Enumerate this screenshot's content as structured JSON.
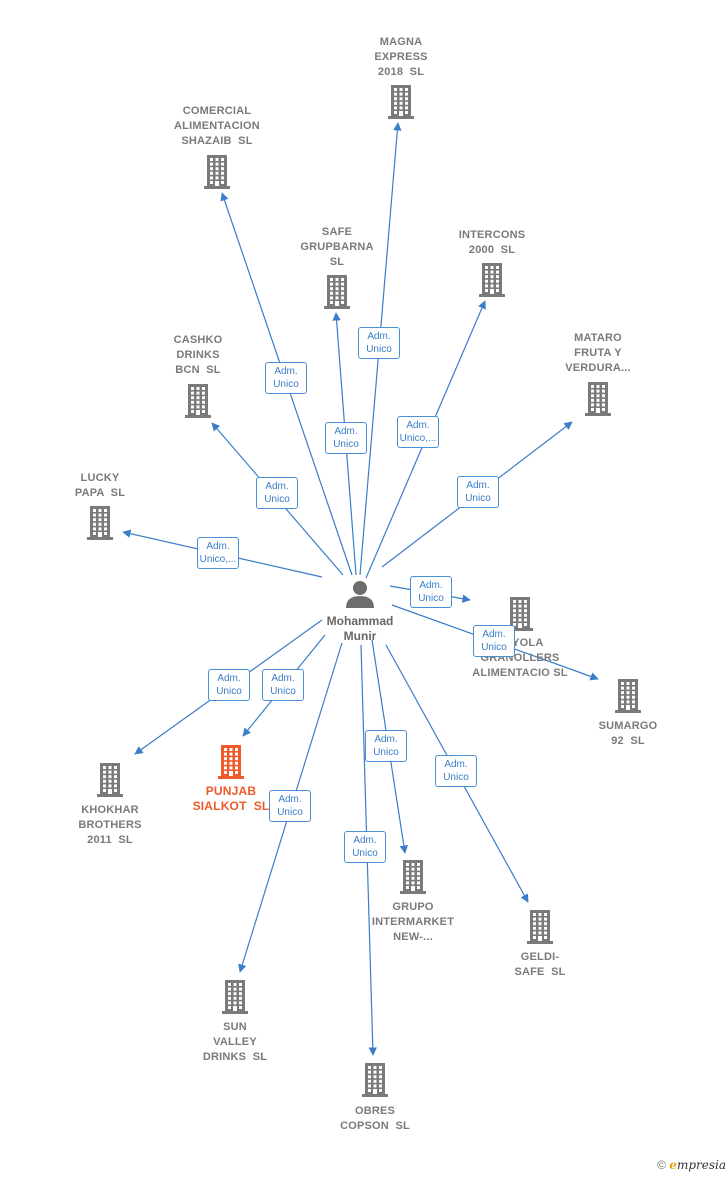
{
  "center": {
    "name_lines": [
      "Mohammad",
      "Munir"
    ],
    "icon": "person-icon"
  },
  "colors": {
    "edge": "#3a7dc8",
    "building": "#7a7a7a",
    "highlight": "#ef5a2a"
  },
  "nodes": [
    {
      "id": "magna",
      "lines": [
        "MAGNA",
        "EXPRESS",
        "2018  SL"
      ],
      "icon": "building-icon",
      "highlight": false,
      "edge": [
        "Adm.",
        "Unico"
      ]
    },
    {
      "id": "comercial",
      "lines": [
        "COMERCIAL",
        "ALIMENTACION",
        "SHAZAIB  SL"
      ],
      "icon": "building-icon",
      "highlight": false,
      "edge": [
        "Adm.",
        "Unico"
      ]
    },
    {
      "id": "safe",
      "lines": [
        "SAFE",
        "GRUPBARNA",
        "SL"
      ],
      "icon": "building-icon",
      "highlight": false,
      "edge": [
        "Adm.",
        "Unico"
      ]
    },
    {
      "id": "intercons",
      "lines": [
        "INTERCONS",
        "2000  SL"
      ],
      "icon": "building-icon",
      "highlight": false,
      "edge": [
        "Adm.",
        "Unico,..."
      ]
    },
    {
      "id": "mataro",
      "lines": [
        "MATARO",
        "FRUTA Y",
        "VERDURA..."
      ],
      "icon": "building-icon",
      "highlight": false,
      "edge": [
        "Adm.",
        "Unico"
      ]
    },
    {
      "id": "cashko",
      "lines": [
        "CASHKO",
        "DRINKS",
        "BCN  SL"
      ],
      "icon": "building-icon",
      "highlight": false,
      "edge": [
        "Adm.",
        "Unico"
      ]
    },
    {
      "id": "lucky",
      "lines": [
        "LUCKY",
        "PAPA  SL"
      ],
      "icon": "building-icon",
      "highlight": false,
      "edge": [
        "Adm.",
        "Unico,..."
      ]
    },
    {
      "id": "loyola",
      "lines": [
        "LOYOLA",
        "GRANOLLERS",
        "ALIMENTACIO SL"
      ],
      "icon": "building-icon",
      "highlight": false,
      "edge": [
        "Adm.",
        "Unico"
      ]
    },
    {
      "id": "sumargo",
      "lines": [
        "SUMARGO",
        "92  SL"
      ],
      "icon": "building-icon",
      "highlight": false,
      "edge": [
        "Adm.",
        "Unico"
      ]
    },
    {
      "id": "khokhar",
      "lines": [
        "KHOKHAR",
        "BROTHERS",
        "2011  SL"
      ],
      "icon": "building-icon",
      "highlight": false,
      "edge": [
        "Adm.",
        "Unico"
      ]
    },
    {
      "id": "punjab",
      "lines": [
        "PUNJAB",
        "SIALKOT  SL"
      ],
      "icon": "building-icon",
      "highlight": true,
      "edge": [
        "Adm.",
        "Unico"
      ]
    },
    {
      "id": "grupo",
      "lines": [
        "GRUPO",
        "INTERMARKET",
        "NEW-..."
      ],
      "icon": "building-icon",
      "highlight": false,
      "edge": [
        "Adm.",
        "Unico"
      ]
    },
    {
      "id": "geldi",
      "lines": [
        "GELDI-",
        "SAFE  SL"
      ],
      "icon": "building-icon",
      "highlight": false,
      "edge": [
        "Adm.",
        "Unico"
      ]
    },
    {
      "id": "sunvalley",
      "lines": [
        "SUN",
        "VALLEY",
        "DRINKS  SL"
      ],
      "icon": "building-icon",
      "highlight": false,
      "edge": [
        "Adm.",
        "Unico"
      ]
    },
    {
      "id": "obres",
      "lines": [
        "OBRES",
        "COPSON  SL"
      ],
      "icon": "building-icon",
      "highlight": false,
      "edge": [
        "Adm.",
        "Unico"
      ]
    }
  ],
  "footer": {
    "copyright": "©",
    "brand_initial": "e",
    "brand_rest": "mpresia"
  }
}
